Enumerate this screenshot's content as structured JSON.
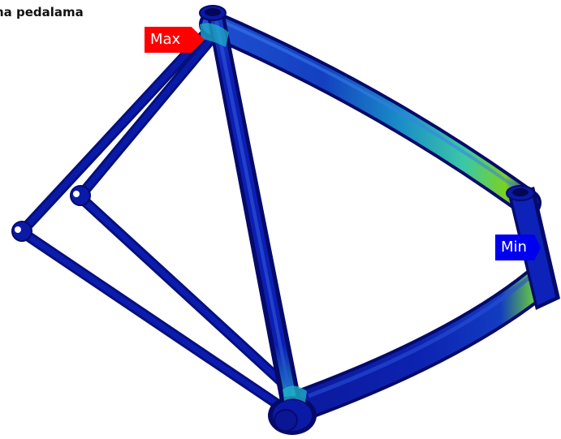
{
  "title": "na pedalama",
  "markers": {
    "max_label": "Max",
    "min_label": "Min"
  },
  "colors": {
    "max": "#ff0000",
    "min": "#0000ee",
    "tube_base": "#0a1aa8",
    "tube_dark": "#050a6a",
    "stress_mid": "#1fb8c8",
    "stress_high": "#7ad21e"
  }
}
